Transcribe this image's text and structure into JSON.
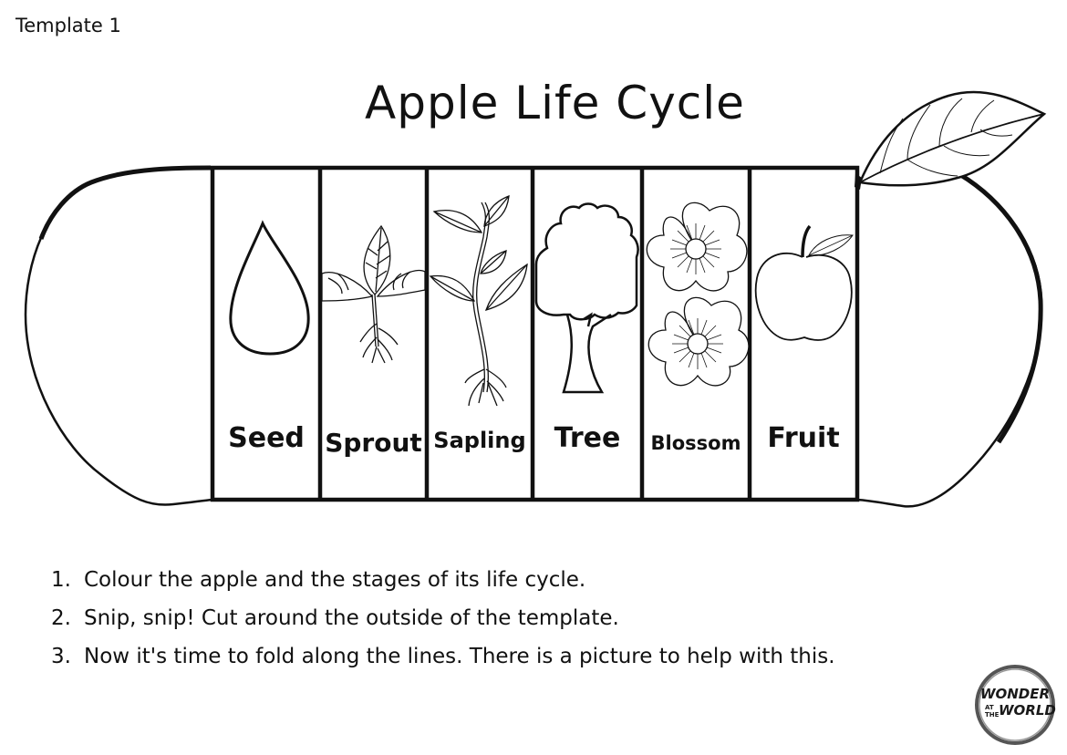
{
  "header": {
    "template_label": "Template 1",
    "title": "Apple Life Cycle"
  },
  "stages": [
    {
      "label": "Seed",
      "icon": "seed-icon"
    },
    {
      "label": "Sprout",
      "icon": "sprout-icon"
    },
    {
      "label": "Sapling",
      "icon": "sapling-icon"
    },
    {
      "label": "Tree",
      "icon": "tree-icon"
    },
    {
      "label": "Blossom",
      "icon": "blossom-icon"
    },
    {
      "label": "Fruit",
      "icon": "apple-fruit-icon"
    }
  ],
  "instructions": [
    {
      "number": "1.",
      "text": "Colour the apple and the stages of its life cycle."
    },
    {
      "number": "2.",
      "text": "Snip, snip! Cut around the outside of the template."
    },
    {
      "number": "3.",
      "text": "Now it's time to fold along the lines. There is a picture to help with this."
    }
  ],
  "logo": {
    "line1": "WONDER",
    "line2_small_top": "AT",
    "line2_small_bottom": "THE",
    "line2": "WORLD"
  },
  "colors": {
    "ink": "#111111",
    "paper": "#ffffff",
    "logo_ring": "#555555"
  }
}
